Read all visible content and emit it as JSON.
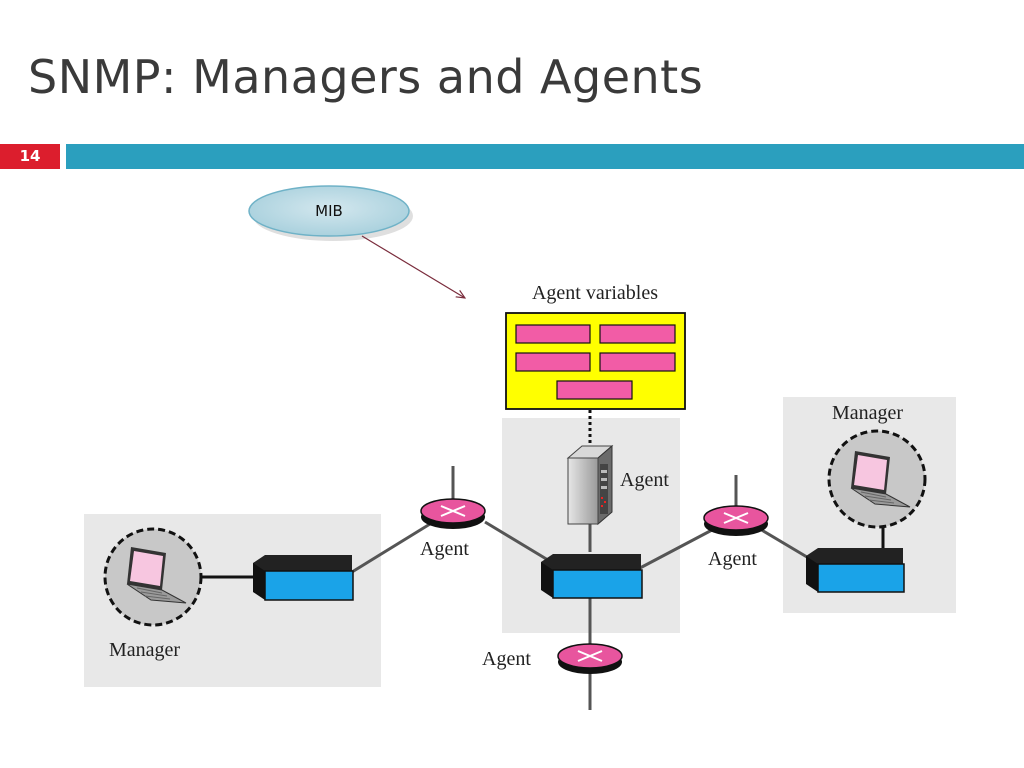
{
  "slide": {
    "title": "SNMP: Managers and Agents",
    "number": "14"
  },
  "diagram": {
    "callout_label": "MIB",
    "agent_variables_label": "Agent variables",
    "server_agent_label": "Agent",
    "left_router_label": "Agent",
    "right_router_label": "Agent",
    "bottom_router_label": "Agent",
    "left_manager_label": "Manager",
    "right_manager_label": "Manager"
  },
  "colors": {
    "title_bar": "#2b9fbe",
    "number_badge": "#dc1e2d",
    "agent_variables_panel": "#ffff00",
    "variable_cell": "#f25ca6",
    "switch": "#1aa3e8",
    "router": "#e8559e",
    "group_background": "#e8e8e8"
  }
}
